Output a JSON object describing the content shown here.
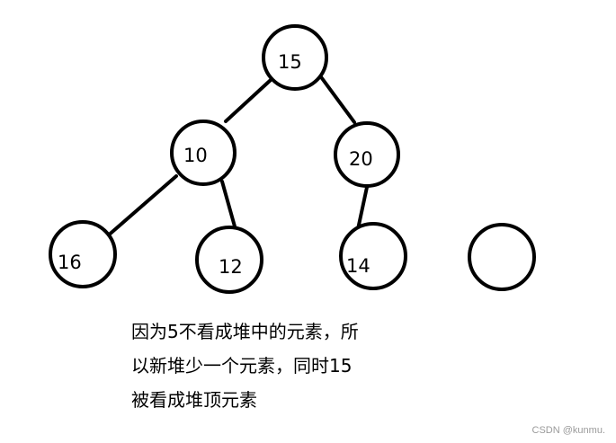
{
  "nodes": [
    {
      "id": "n15",
      "label": "15"
    },
    {
      "id": "n10",
      "label": "10"
    },
    {
      "id": "n20",
      "label": "20"
    },
    {
      "id": "n16",
      "label": "16"
    },
    {
      "id": "n12",
      "label": "12"
    },
    {
      "id": "n14",
      "label": "14"
    },
    {
      "id": "nempty",
      "label": ""
    }
  ],
  "edges": [
    {
      "from": "n15",
      "to": "n10"
    },
    {
      "from": "n15",
      "to": "n20"
    },
    {
      "from": "n10",
      "to": "n16"
    },
    {
      "from": "n10",
      "to": "n12"
    },
    {
      "from": "n20",
      "to": "n14"
    }
  ],
  "note": {
    "line1": "因为5不看成堆中的元素，所",
    "line2": "以新堆少一个元素，同时15",
    "line3": "被看成堆顶元素"
  },
  "watermark": "CSDN @kunmu."
}
